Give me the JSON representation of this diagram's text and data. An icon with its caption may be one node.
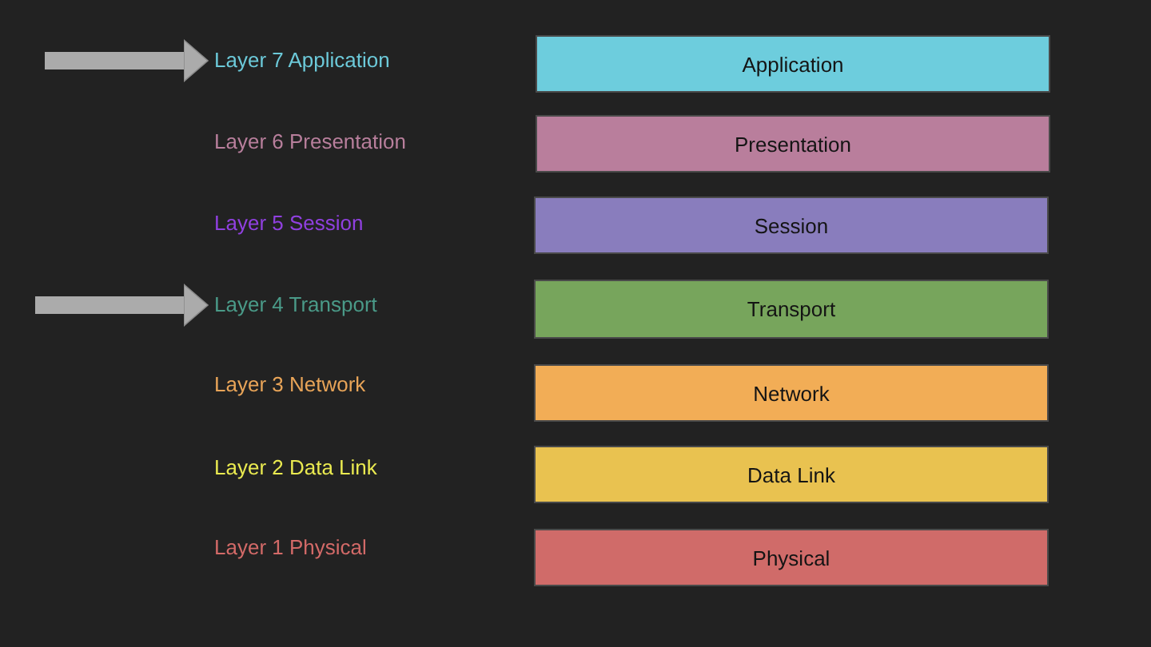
{
  "diagram": {
    "nodes": [
      {
        "text": [
          "Layer 7 Application"
        ]
      },
      {
        "text": [
          "Application"
        ]
      },
      {
        "text": [
          "Presentation"
        ]
      },
      {
        "text": [
          "Session"
        ]
      },
      {
        "text": [
          "Layer 4 Transport"
        ]
      },
      {
        "text": [
          "Transport"
        ]
      },
      {
        "text": [
          "Network"
        ]
      },
      {
        "text": [
          "Data Link"
        ]
      },
      {
        "text": [
          "Physical"
        ]
      }
    ],
    "edges": [
      {
        "from": null,
        "to": 0,
        "arrow": "to"
      },
      {
        "from": null,
        "to": 4,
        "arrow": "to"
      }
    ],
    "labels": [
      "Layer 6 Presentation",
      "Layer 5 Session",
      "Layer 3 Network",
      "Layer 2 Data Link",
      "Layer 1 Physical"
    ]
  }
}
